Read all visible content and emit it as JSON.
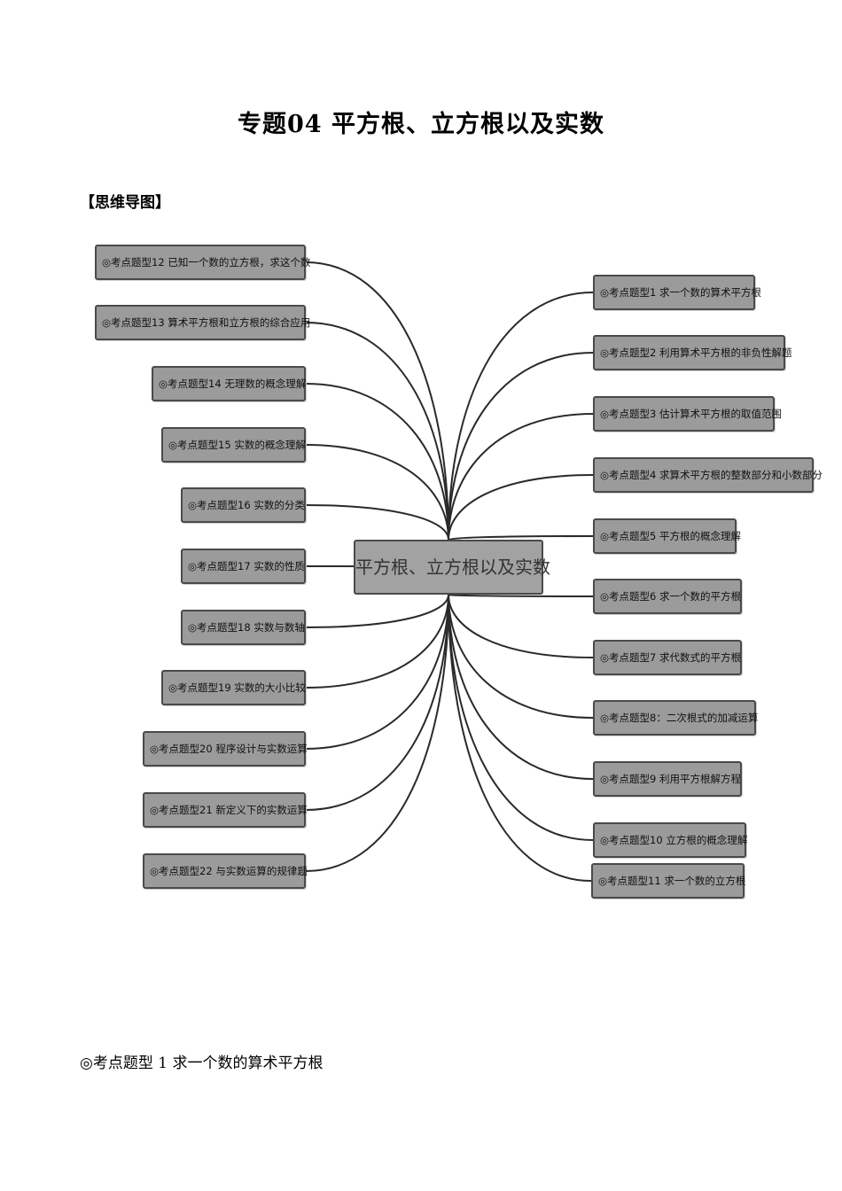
{
  "document": {
    "title": "专题04  平方根、立方根以及实数",
    "section_label": "【思维导图】",
    "next_heading": "◎考点题型 1  求一个数的算术平方根"
  },
  "mindmap": {
    "center": "平方根、立方根以及实数",
    "left_nodes": [
      "◎考点题型12  已知一个数的立方根，求这个数",
      "◎考点题型13  算术平方根和立方根的综合应用",
      "◎考点题型14  无理数的概念理解",
      "◎考点题型15  实数的概念理解",
      "◎考点题型16  实数的分类",
      "◎考点题型17  实数的性质",
      "◎考点题型18  实数与数轴",
      "◎考点题型19  实数的大小比较",
      "◎考点题型20  程序设计与实数运算",
      "◎考点题型21  新定义下的实数运算",
      "◎考点题型22  与实数运算的规律题"
    ],
    "right_nodes": [
      "◎考点题型1 求一个数的算术平方根",
      "◎考点题型2 利用算术平方根的非负性解题",
      "◎考点题型3 估计算术平方根的取值范围",
      "◎考点题型4 求算术平方根的整数部分和小数部分",
      "◎考点题型5 平方根的概念理解",
      "◎考点题型6  求一个数的平方根",
      "◎考点题型7  求代数式的平方根",
      "◎考点题型8：二次根式的加减运算",
      "◎考点题型9  利用平方根解方程",
      "◎考点题型10  立方根的概念理解",
      "◎考点题型11  求一个数的立方根"
    ]
  }
}
